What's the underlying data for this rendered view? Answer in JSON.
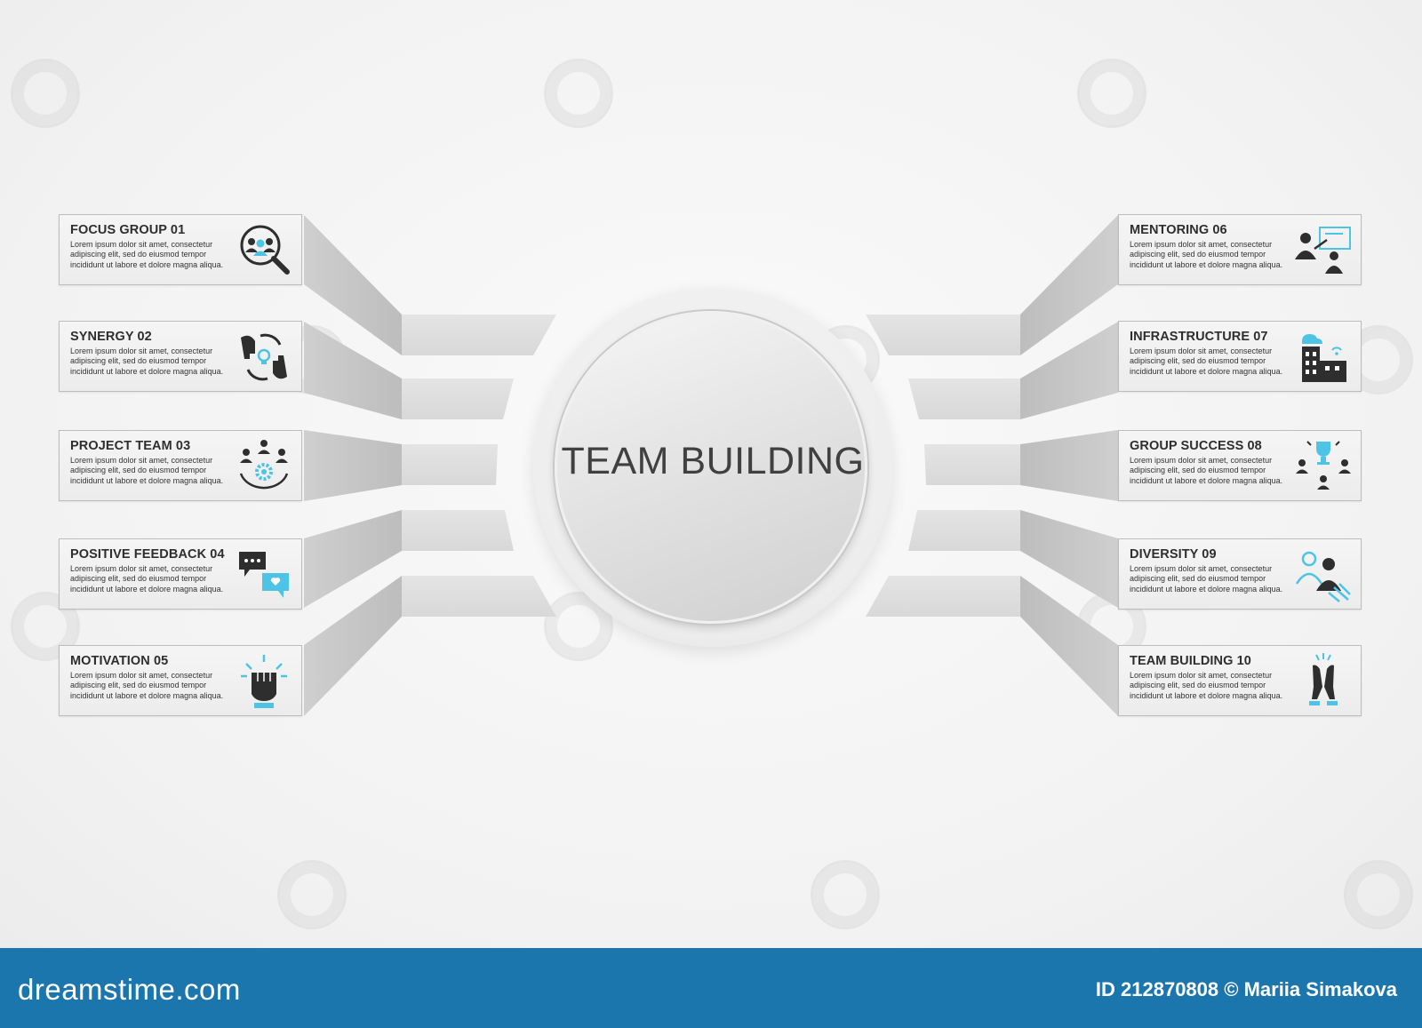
{
  "hub": {
    "title": "TEAM BUILDING"
  },
  "items": [
    {
      "title": "FOCUS GROUP 01",
      "lines": [
        "Lorem ipsum dolor sit amet, consectetur",
        "adipiscing elit, sed do eiusmod tempor",
        "incididunt ut labore et dolore magna aliqua."
      ],
      "icon": "focus-group-icon"
    },
    {
      "title": "SYNERGY 02",
      "lines": [
        "Lorem ipsum dolor sit amet, consectetur",
        "adipiscing elit, sed do eiusmod tempor",
        "incididunt ut labore et dolore magna aliqua."
      ],
      "icon": "synergy-icon"
    },
    {
      "title": "PROJECT TEAM 03",
      "lines": [
        "Lorem ipsum dolor sit amet, consectetur",
        "adipiscing elit, sed do eiusmod tempor",
        "incididunt ut labore et dolore magna aliqua."
      ],
      "icon": "project-team-icon"
    },
    {
      "title": "POSITIVE FEEDBACK 04",
      "lines": [
        "Lorem ipsum dolor sit amet, consectetur",
        "adipiscing elit, sed do eiusmod tempor",
        "incididunt ut labore et dolore magna aliqua."
      ],
      "icon": "feedback-icon"
    },
    {
      "title": "MOTIVATION 05",
      "lines": [
        "Lorem ipsum dolor sit amet, consectetur",
        "adipiscing elit, sed do eiusmod tempor",
        "incididunt ut labore et dolore magna aliqua."
      ],
      "icon": "raised-fist-icon"
    },
    {
      "title": "MENTORING 06",
      "lines": [
        "Lorem ipsum dolor sit amet, consectetur",
        "adipiscing elit, sed do eiusmod tempor",
        "incididunt ut labore et dolore magna aliqua."
      ],
      "icon": "mentoring-icon"
    },
    {
      "title": "INFRASTRUCTURE 07",
      "lines": [
        "Lorem ipsum dolor sit amet, consectetur",
        "adipiscing elit, sed do eiusmod tempor",
        "incididunt ut labore et dolore magna aliqua."
      ],
      "icon": "buildings-icon"
    },
    {
      "title": "GROUP SUCCESS 08",
      "lines": [
        "Lorem ipsum dolor sit amet, consectetur",
        "adipiscing elit, sed do eiusmod tempor",
        "incididunt ut labore et dolore magna aliqua."
      ],
      "icon": "trophy-team-icon"
    },
    {
      "title": "DIVERSITY 09",
      "lines": [
        "Lorem ipsum dolor sit amet, consectetur",
        "adipiscing elit, sed do eiusmod tempor",
        "incididunt ut labore et dolore magna aliqua."
      ],
      "icon": "diversity-icon"
    },
    {
      "title": "TEAM BUILDING 10",
      "lines": [
        "Lorem ipsum dolor sit amet, consectetur",
        "adipiscing elit, sed do eiusmod tempor",
        "incididunt ut labore et dolore magna aliqua."
      ],
      "icon": "high-five-icon"
    }
  ],
  "footer": {
    "logo": "dreamstime.com",
    "credit": "ID 212870808 © Mariia Simakova"
  },
  "colors": {
    "accent": "#4dc4e6",
    "icon_dark": "#2e2e2e",
    "footer_bg": "#1b76ad"
  }
}
